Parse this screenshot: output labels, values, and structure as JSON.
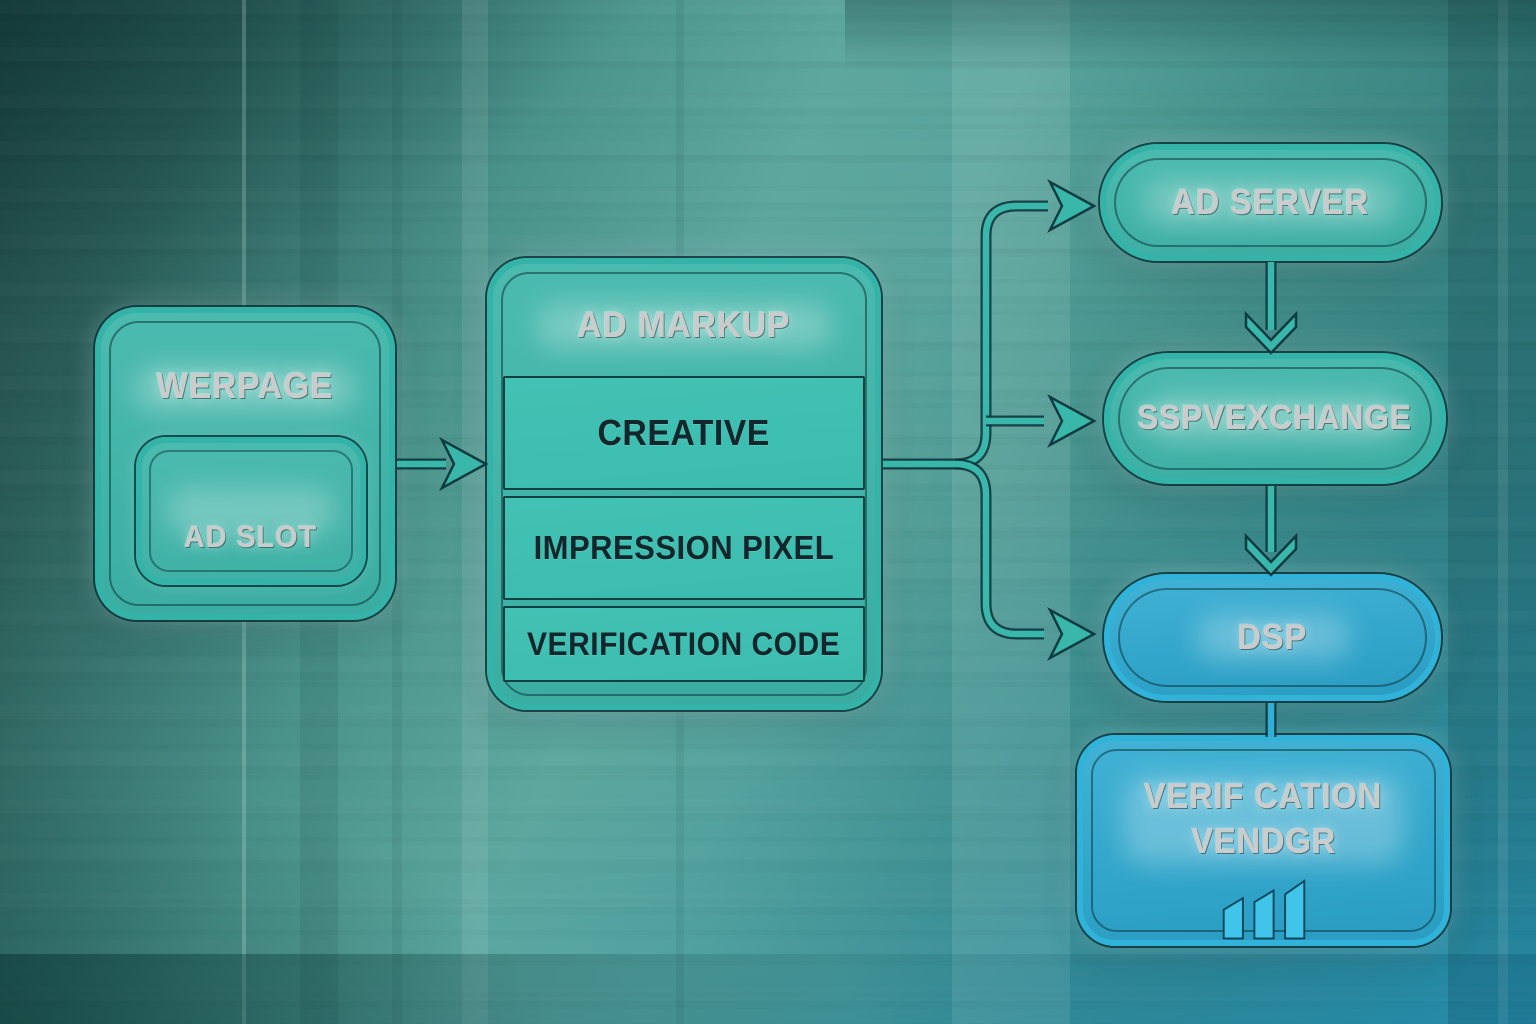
{
  "diagram": {
    "title_hint": "ad serving flow diagram",
    "nodes": {
      "webpage": {
        "label": "WERPAGE"
      },
      "ad_slot": {
        "label": "AD SLOT"
      },
      "ad_markup": {
        "label": "AD MARKUP",
        "rows": [
          {
            "label": "CREATIVE"
          },
          {
            "label": "IMPRESSION PIXEL"
          },
          {
            "label": "VERIFICATION CODE"
          }
        ]
      },
      "ad_server": {
        "label": "AD SERVER"
      },
      "ssp_exchange": {
        "label": "SSPVEXCHANGE"
      },
      "dsp": {
        "label": "DSP"
      },
      "verification_vendor": {
        "label_line1": "VERIF CATION",
        "label_line2": "VENDGR",
        "icon": "bar-chart-icon"
      }
    },
    "connections": [
      "webpage -> ad_markup",
      "ad_markup -> ad_server",
      "ad_markup -> ssp_exchange",
      "ad_markup -> dsp",
      "ad_server -> ssp_exchange",
      "ssp_exchange -> dsp",
      "dsp -> verification_vendor"
    ],
    "colors": {
      "teal_node_fill": "#45b5aa",
      "teal_tube": "#34b3a8",
      "dark_outline": "#0d3339",
      "blue_node_fill": "#2fa5c8",
      "blue_tube": "#30b2d9",
      "light_text": "#c9cccb",
      "dark_text": "#13262c",
      "icon_fill": "#41c4ea",
      "bg_dark_corner": "#1e4543",
      "bg_light_mid": "#5da79e",
      "bg_blue_corner": "#2aa0c4"
    }
  }
}
